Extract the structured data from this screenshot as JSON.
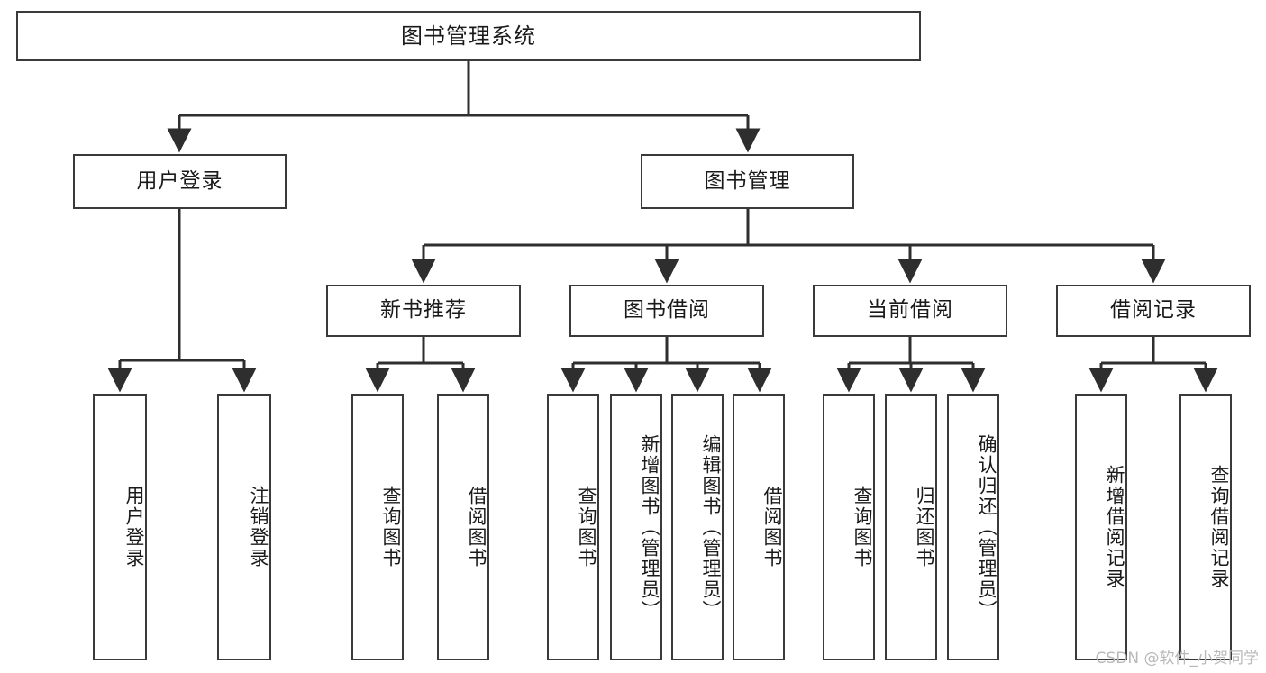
{
  "diagram": {
    "type": "tree-hierarchy",
    "title": "图书管理系统",
    "watermark": "CSDN @软件_小贺同学",
    "colors": {
      "box_border": "#3a3a3a",
      "box_fill": "#ffffff",
      "connector": "#2e2e2e",
      "text": "#1a1a1a",
      "watermark": "#b9b9b9"
    },
    "levels": {
      "root": {
        "label": "图书管理系统"
      },
      "level2": [
        {
          "label": "用户登录"
        },
        {
          "label": "图书管理"
        }
      ],
      "level3": [
        {
          "label": "新书推荐"
        },
        {
          "label": "图书借阅"
        },
        {
          "label": "当前借阅"
        },
        {
          "label": "借阅记录"
        }
      ],
      "leaves": {
        "user_login": [
          {
            "label": "用户登录"
          },
          {
            "label": "注销登录"
          }
        ],
        "new_book_recommend": [
          {
            "label": "查询图书"
          },
          {
            "label": "借阅图书"
          }
        ],
        "book_borrow": [
          {
            "label": "查询图书"
          },
          {
            "label": "新增图书（管理员）"
          },
          {
            "label": "编辑图书（管理员）"
          },
          {
            "label": "借阅图书"
          }
        ],
        "current_borrow": [
          {
            "label": "查询图书"
          },
          {
            "label": "归还图书"
          },
          {
            "label": "确认归还（管理员）"
          }
        ],
        "borrow_record": [
          {
            "label": "新增借阅记录"
          },
          {
            "label": "查询借阅记录"
          }
        ]
      }
    }
  }
}
